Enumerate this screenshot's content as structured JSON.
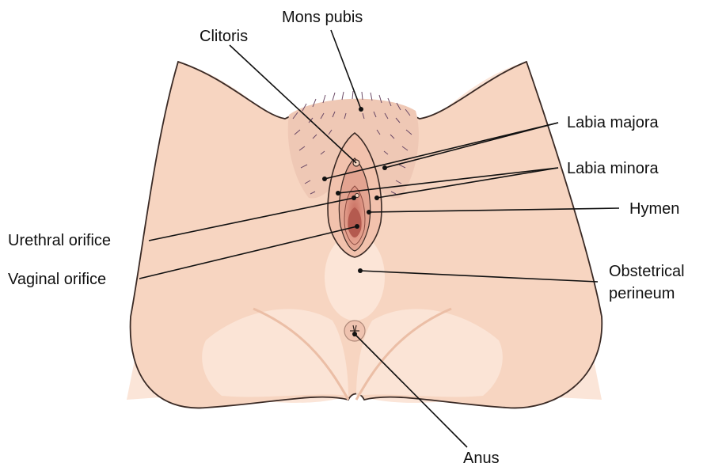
{
  "labels": {
    "mons_pubis": "Mons pubis",
    "clitoris": "Clitoris",
    "labia_majora": "Labia majora",
    "labia_minora": "Labia minora",
    "hymen": "Hymen",
    "urethral_orifice": "Urethral orifice",
    "vaginal_orifice": "Vaginal orifice",
    "obstetrical_perineum_line1": "Obstetrical",
    "obstetrical_perineum_line2": "perineum",
    "anus": "Anus"
  },
  "colors": {
    "background": "#ffffff",
    "skin_light": "#fbe5d8",
    "skin": "#f7d5c1",
    "skin_shadow": "#ebbea6",
    "outline": "#3a2a25",
    "hair": "#6b4a66",
    "labia": "#f2c2ad",
    "inner": "#d88f7c",
    "orifice": "#b45a4f",
    "label_text": "#111111",
    "leader_line": "#111111"
  }
}
